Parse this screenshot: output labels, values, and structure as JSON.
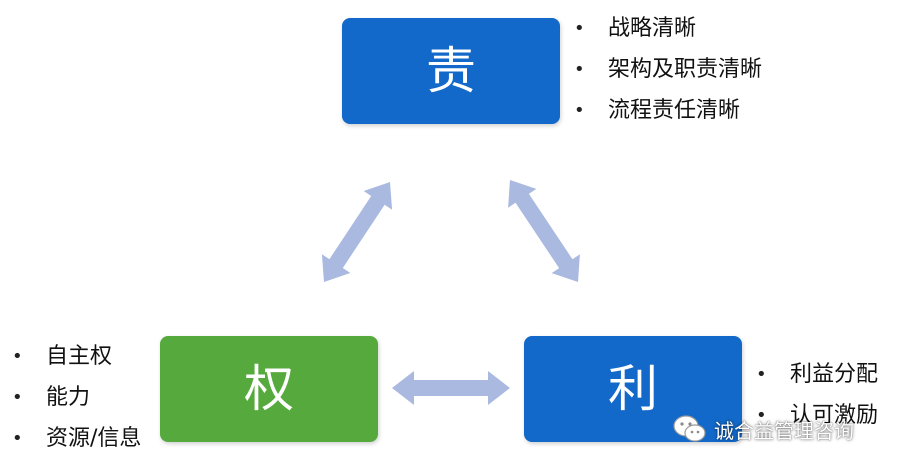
{
  "nodes": {
    "ze": {
      "label": "责",
      "color": "#1269c9"
    },
    "quan": {
      "label": "权",
      "color": "#56aa3d"
    },
    "li": {
      "label": "利",
      "color": "#1269c9"
    }
  },
  "lists": {
    "ze": [
      "战略清晰",
      "架构及职责清晰",
      "流程责任清晰"
    ],
    "quan": [
      "自主权",
      "能力",
      "资源/信息"
    ],
    "li": [
      "利益分配",
      "认可激励"
    ]
  },
  "arrows": {
    "color": "#a9b9e0"
  },
  "watermark": {
    "text": "诚合益管理咨询",
    "icon": "wechat-icon"
  }
}
